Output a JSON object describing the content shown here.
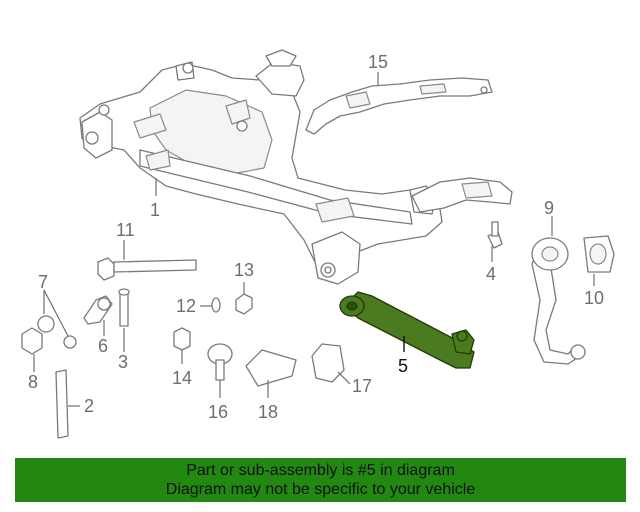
{
  "diagram": {
    "callouts": {
      "c1": "1",
      "c2": "2",
      "c3": "3",
      "c4": "4",
      "c5": "5",
      "c6": "6",
      "c7": "7",
      "c8": "8",
      "c9": "9",
      "c10": "10",
      "c11": "11",
      "c12": "12",
      "c13": "13",
      "c14": "14",
      "c15": "15",
      "c16": "16",
      "c17": "17",
      "c18": "18"
    },
    "highlighted_part": "5",
    "colors": {
      "highlight": "#4c7a1e",
      "banner": "#228812",
      "line": "#7a7a7a"
    }
  },
  "banner": {
    "line1": "Part or sub-assembly is #5 in diagram",
    "line2": "Diagram may not be specific to your vehicle"
  }
}
